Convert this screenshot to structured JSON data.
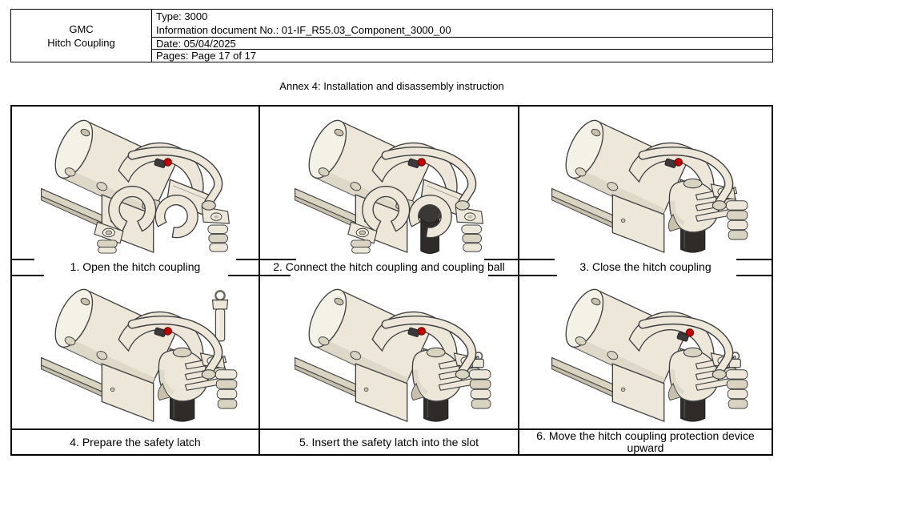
{
  "header_table": {
    "product": {
      "line1": "GMC",
      "line2": "Hitch Coupling"
    },
    "type": "Type: 3000",
    "document_no": "Information document No.: 01-IF_R55.03_Component_3000_00",
    "date": "Date: 05/04/2025",
    "pages": "Pages: Page 17 of 17"
  },
  "title": "Annex 4: Installation and disassembly instruction",
  "steps": [
    {
      "caption": "1. Open the hitch coupling",
      "illustration": "hitch-coupling-open"
    },
    {
      "caption": "2. Connect the hitch coupling and coupling ball",
      "illustration": "hitch-coupling-open-with-coupling-ball"
    },
    {
      "caption": "3. Close the hitch coupling",
      "illustration": "hitch-coupling-closed"
    },
    {
      "caption": "4. Prepare the safety latch",
      "illustration": "hitch-coupling-closed-with-safety-latch-prepared"
    },
    {
      "caption": "5. Insert the safety latch into the slot",
      "illustration": "hitch-coupling-closed-with-safety-latch-inserted"
    },
    {
      "caption": "6. Move the hitch coupling protection device upward",
      "illustration": "hitch-coupling-protection-device-upward"
    }
  ],
  "colors": {
    "border": "#000000",
    "text": "#000000",
    "body_fill": "#ECE7D9",
    "body_light": "#F4F1E6",
    "body_shade": "#D9D3C2",
    "body_dark": "#C6C0AC",
    "outline": "#3F3F3F",
    "rubber_dark": "#2E2B28",
    "rubber_mid": "#4A453F",
    "accent_red": "#C00000"
  }
}
